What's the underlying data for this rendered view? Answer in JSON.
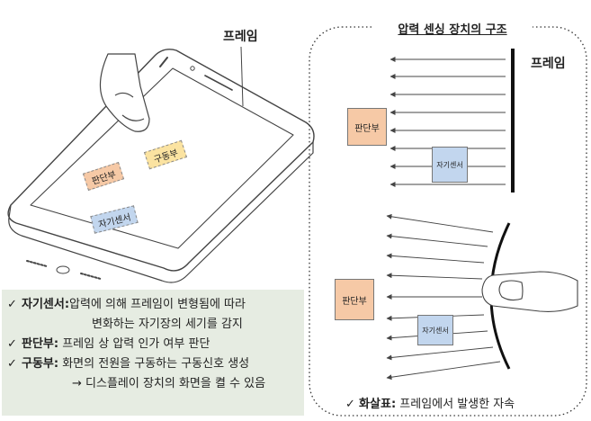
{
  "phone": {
    "frame_label": "프레임",
    "tags": {
      "judge": "판단부",
      "drive": "구동부",
      "sensor": "자기센서"
    }
  },
  "legend": {
    "items": [
      {
        "check": "✓",
        "term": "자기센서",
        "sep": ":",
        "desc": "압력에 의해 프레임이 변형됨에 따라"
      },
      {
        "check": "",
        "term": "",
        "sep": "",
        "desc": "변화하는 자기장의 세기를 감지"
      },
      {
        "check": "✓",
        "term": "판단부",
        "sep": ":",
        "desc": " 프레임 상 압력 인가 여부 판단"
      },
      {
        "check": "✓",
        "term": "구동부",
        "sep": ":",
        "desc": " 화면의 전원을 구동하는 구동신호 생성"
      },
      {
        "check": "",
        "term": "",
        "sep": "",
        "desc": "→ 디스플레이 장치의 화면을 켤 수 있음"
      }
    ]
  },
  "structure": {
    "title": "압력 센싱 장치의 구조",
    "frame_label": "프레임",
    "top": {
      "judge": "판단부",
      "sensor": "자기센서"
    },
    "bottom": {
      "judge": "판단부",
      "sensor": "자기센서"
    },
    "arrow_legend": {
      "check": "✓",
      "term": "화살표",
      "sep": ":",
      "desc": " 프레임에서 발생한 자속"
    }
  },
  "colors": {
    "peach": "#f6c9a6",
    "yellow": "#fbe3a1",
    "blue": "#c2d6ee",
    "legend_bg": "#e6ece2"
  }
}
